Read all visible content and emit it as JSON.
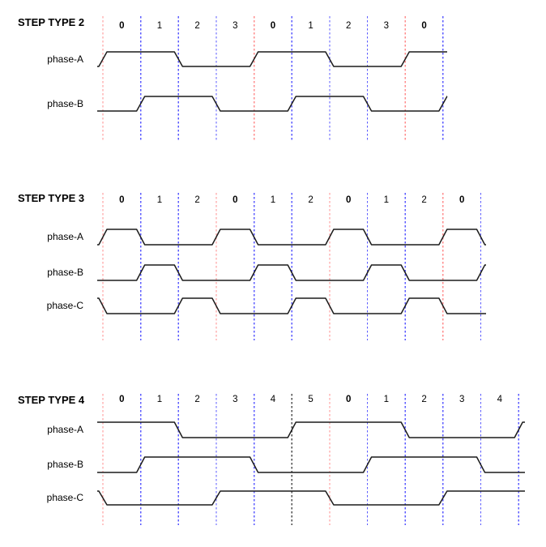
{
  "colors": {
    "background": "#ffffff",
    "waveform": "#1c1c1c",
    "boundary_blue": "#5a5aff",
    "boundary_red": "#ff8c8c",
    "boundary_dark": "#4d4d4d",
    "text": "#000000"
  },
  "sections": [
    {
      "title": "STEP TYPE 2",
      "steps": [
        {
          "label": "0",
          "bold": true
        },
        {
          "label": "1",
          "bold": false
        },
        {
          "label": "2",
          "bold": false
        },
        {
          "label": "3",
          "bold": false
        },
        {
          "label": "0",
          "bold": true
        },
        {
          "label": "1",
          "bold": false
        },
        {
          "label": "2",
          "bold": false
        },
        {
          "label": "3",
          "bold": false
        },
        {
          "label": "0",
          "bold": true
        }
      ],
      "boundary_colors": [
        "red",
        "blue",
        "blue",
        "blue",
        "red",
        "blue",
        "blue",
        "blue",
        "red",
        "blue"
      ],
      "phases": [
        {
          "label": "phase-A",
          "initial": "low",
          "toggles": [
            0,
            2,
            4,
            6,
            8
          ]
        },
        {
          "label": "phase-B",
          "initial": "low",
          "toggles": [
            1,
            3,
            5,
            7,
            9
          ]
        }
      ]
    },
    {
      "title": "STEP TYPE 3",
      "steps": [
        {
          "label": "0",
          "bold": true
        },
        {
          "label": "1",
          "bold": false
        },
        {
          "label": "2",
          "bold": false
        },
        {
          "label": "0",
          "bold": true
        },
        {
          "label": "1",
          "bold": false
        },
        {
          "label": "2",
          "bold": false
        },
        {
          "label": "0",
          "bold": true
        },
        {
          "label": "1",
          "bold": false
        },
        {
          "label": "2",
          "bold": false
        },
        {
          "label": "0",
          "bold": true
        }
      ],
      "boundary_colors": [
        "red",
        "blue",
        "blue",
        "red",
        "blue",
        "blue",
        "red",
        "blue",
        "blue",
        "red",
        "blue"
      ],
      "phases": [
        {
          "label": "phase-A",
          "initial": "low",
          "toggles": [
            0,
            1,
            3,
            4,
            6,
            7,
            9,
            10
          ]
        },
        {
          "label": "phase-B",
          "initial": "low",
          "toggles": [
            1,
            2,
            4,
            5,
            7,
            8,
            10
          ]
        },
        {
          "label": "phase-C",
          "initial": "high",
          "toggles": [
            0,
            2,
            3,
            5,
            6,
            8,
            9
          ]
        }
      ]
    },
    {
      "title": "STEP TYPE 4",
      "steps": [
        {
          "label": "0",
          "bold": true
        },
        {
          "label": "1",
          "bold": false
        },
        {
          "label": "2",
          "bold": false
        },
        {
          "label": "3",
          "bold": false
        },
        {
          "label": "4",
          "bold": false
        },
        {
          "label": "5",
          "bold": false
        },
        {
          "label": "0",
          "bold": true
        },
        {
          "label": "1",
          "bold": false
        },
        {
          "label": "2",
          "bold": false
        },
        {
          "label": "3",
          "bold": false
        },
        {
          "label": "4",
          "bold": false
        }
      ],
      "boundary_colors": [
        "red",
        "blue",
        "blue",
        "blue",
        "blue",
        "dark",
        "red",
        "blue",
        "blue",
        "blue",
        "blue",
        "blue"
      ],
      "phases": [
        {
          "label": "phase-A",
          "initial": "high",
          "toggles": [
            2,
            5,
            8,
            11
          ]
        },
        {
          "label": "phase-B",
          "initial": "low",
          "toggles": [
            1,
            4,
            7,
            10
          ]
        },
        {
          "label": "phase-C",
          "initial": "high",
          "toggles": [
            0,
            3,
            6,
            9
          ]
        }
      ]
    }
  ]
}
